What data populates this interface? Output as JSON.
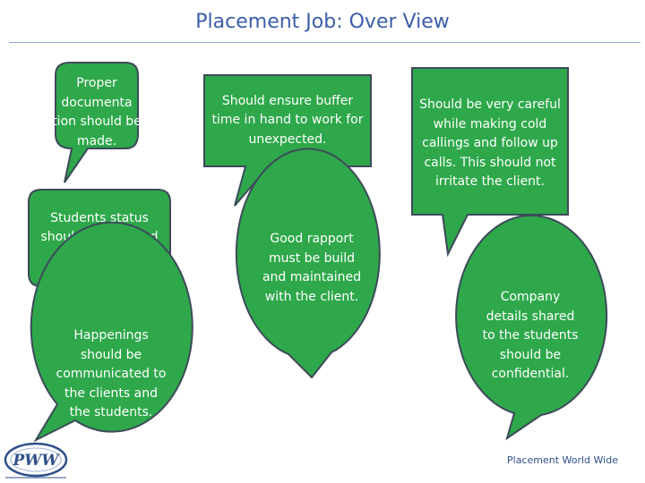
{
  "title": "Placement Job: Over View",
  "colors": {
    "bubble_fill": "#2ea84a",
    "bubble_stroke": "#3d4a5a",
    "title": "#3b5ea8",
    "footer": "#2f4f8a"
  },
  "bubbles": [
    {
      "text": "Proper documenta tion should be made."
    },
    {
      "text": "Should ensure buffer time in hand to work for unexpected."
    },
    {
      "text": "Should be very careful while making cold callings and follow up calls. This should not irritate the client."
    },
    {
      "text": "Students status should be updated now and then."
    },
    {
      "text": "Good rapport must be build and maintained with the client."
    },
    {
      "text": "Company details shared to the students should be confidential."
    },
    {
      "text": "Happenings should be communicated to the clients and the students."
    }
  ],
  "footer": {
    "text": "Placement World Wide"
  },
  "logo": {
    "text": "PWW",
    "icon": "pww-logo-icon"
  }
}
